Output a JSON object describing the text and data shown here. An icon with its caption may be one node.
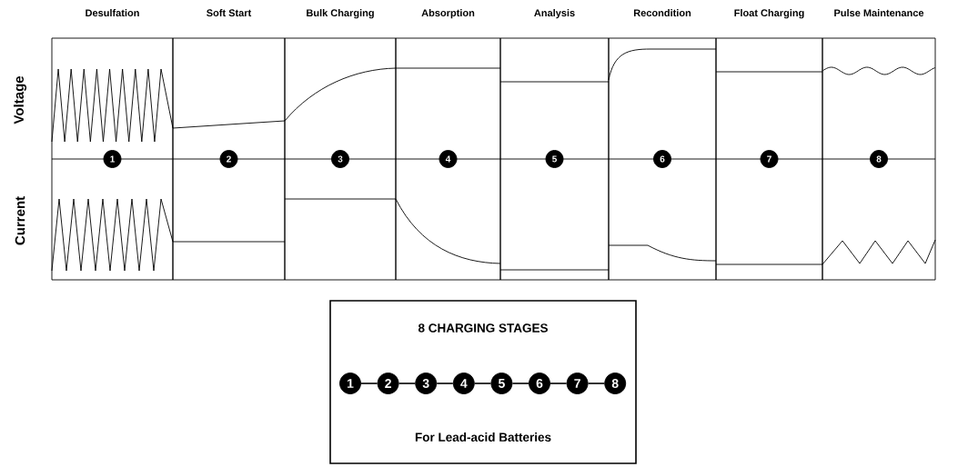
{
  "diagram": {
    "nodes": [
      {
        "text": [
          "Desulfation"
        ]
      },
      {
        "text": [
          "1"
        ],
        "in": 0
      },
      {
        "text": [
          "Soft Start"
        ]
      },
      {
        "text": [
          "2"
        ],
        "in": 2
      },
      {
        "text": [
          "Bulk Charging"
        ]
      },
      {
        "text": [
          "3"
        ],
        "in": 4
      },
      {
        "text": [
          "Absorption"
        ]
      },
      {
        "text": [
          "4"
        ],
        "in": 6
      },
      {
        "text": [
          "Analysis"
        ]
      },
      {
        "text": [
          "5"
        ],
        "in": 8
      },
      {
        "text": [
          "Recondition"
        ]
      },
      {
        "text": [
          "6"
        ],
        "in": 10
      },
      {
        "text": [
          "Float Charging"
        ]
      },
      {
        "text": [
          "7"
        ],
        "in": 12
      },
      {
        "text": [
          "Pulse Maintenance"
        ]
      },
      {
        "text": [
          "8"
        ],
        "in": 14
      },
      {
        "text": [
          "8 CHARGING STAGES",
          "For Lead-acid Batteries"
        ]
      },
      {
        "text": [
          "1"
        ],
        "in": 16
      },
      {
        "text": [
          "2"
        ],
        "in": 16
      },
      {
        "text": [
          "3"
        ],
        "in": 16
      },
      {
        "text": [
          "4"
        ],
        "in": 16
      },
      {
        "text": [
          "5"
        ],
        "in": 16
      },
      {
        "text": [
          "6"
        ],
        "in": 16
      },
      {
        "text": [
          "7"
        ],
        "in": 16
      },
      {
        "text": [
          "8"
        ],
        "in": 16
      }
    ],
    "edges": [
      {
        "from": 17,
        "to": 18,
        "arrow": "none"
      },
      {
        "from": 18,
        "to": 19,
        "arrow": "none"
      },
      {
        "from": 19,
        "to": 20,
        "arrow": "none"
      },
      {
        "from": 20,
        "to": 21,
        "arrow": "none"
      },
      {
        "from": 21,
        "to": 22,
        "arrow": "none"
      },
      {
        "from": 22,
        "to": 23,
        "arrow": "none"
      },
      {
        "from": 23,
        "to": 24,
        "arrow": "none"
      }
    ],
    "labels": [
      "Voltage",
      "Current"
    ]
  }
}
